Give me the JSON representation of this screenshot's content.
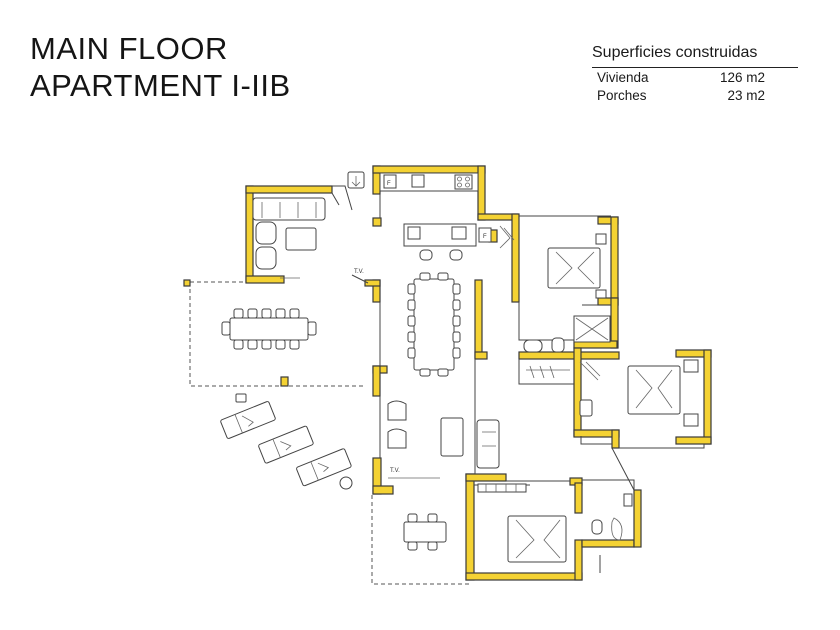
{
  "title": {
    "line1": "MAIN FLOOR",
    "line2": "APARTMENT I-IIB"
  },
  "areas": {
    "heading": "Superficies construidas",
    "rows": [
      {
        "label": "Vivienda",
        "value": "126 m2"
      },
      {
        "label": "Porches",
        "value": "23 m2"
      }
    ]
  },
  "plan_labels": {
    "tv": "T.V.",
    "fridge": "F"
  },
  "colors": {
    "wall_fill": "#f4d233",
    "ink": "#3a3a3a"
  }
}
